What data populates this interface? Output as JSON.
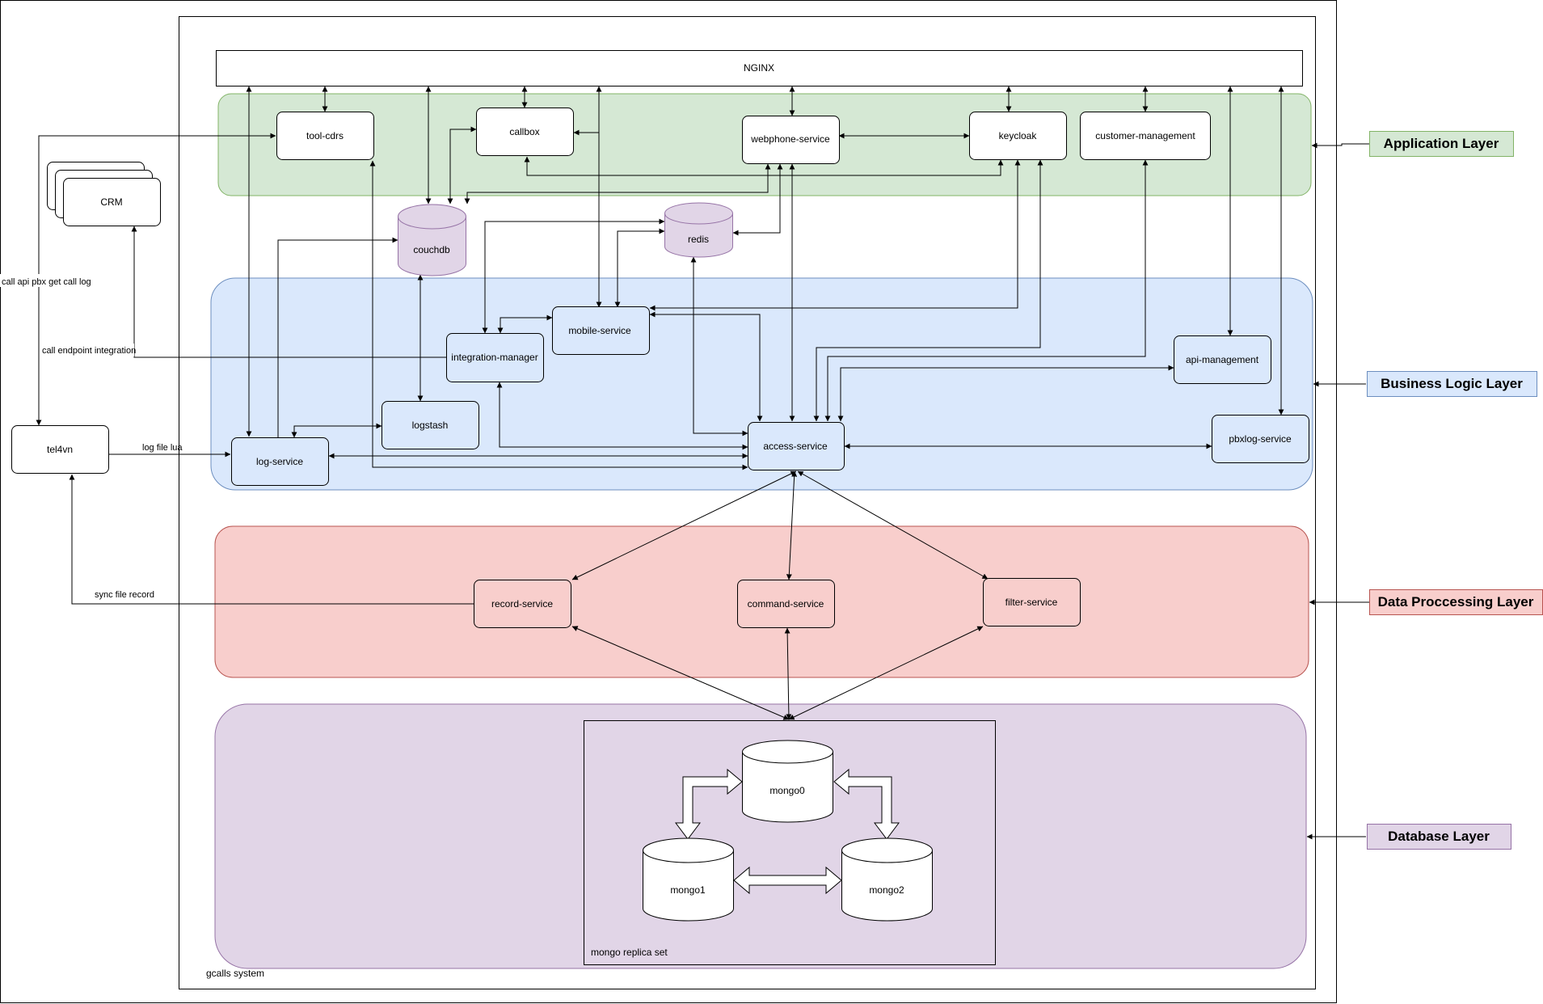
{
  "colors": {
    "application": "#d5e8d4",
    "application_stroke": "#82b366",
    "business": "#dae8fc",
    "business_stroke": "#6c8ebf",
    "processing": "#f8cecc",
    "processing_stroke": "#b85450",
    "database": "#e1d5e7",
    "database_stroke": "#9673a6",
    "node_fill": "#ffffff"
  },
  "labels": {
    "system": "gcalls system",
    "nginx": "NGINX",
    "replica_set": "mongo replica set"
  },
  "layers": {
    "application": "Application Layer",
    "business": "Business Logic Layer",
    "processing": "Data Proccessing Layer",
    "database": "Database Layer"
  },
  "nodes": {
    "tool_cdrs": "tool-cdrs",
    "callbox": "callbox",
    "webphone_service": "webphone-service",
    "keycloak": "keycloak",
    "customer_management": "customer-management",
    "couchdb": "couchdb",
    "redis": "redis",
    "mobile_service": "mobile-service",
    "integration_manager": "integration-manager",
    "api_management": "api-management",
    "logstash": "logstash",
    "log_service": "log-service",
    "access_service": "access-service",
    "pbxlog_service": "pbxlog-service",
    "record_service": "record-service",
    "command_service": "command-service",
    "filter_service": "filter-service",
    "mongo0": "mongo0",
    "mongo1": "mongo1",
    "mongo2": "mongo2",
    "crm": "CRM",
    "tel4vn": "tel4vn"
  },
  "edge_labels": {
    "call_api": "call api pbx get call log",
    "call_endpoint": "call endpoint integration",
    "log_file_lua": "log file lua",
    "sync_file_record": "sync file record"
  }
}
